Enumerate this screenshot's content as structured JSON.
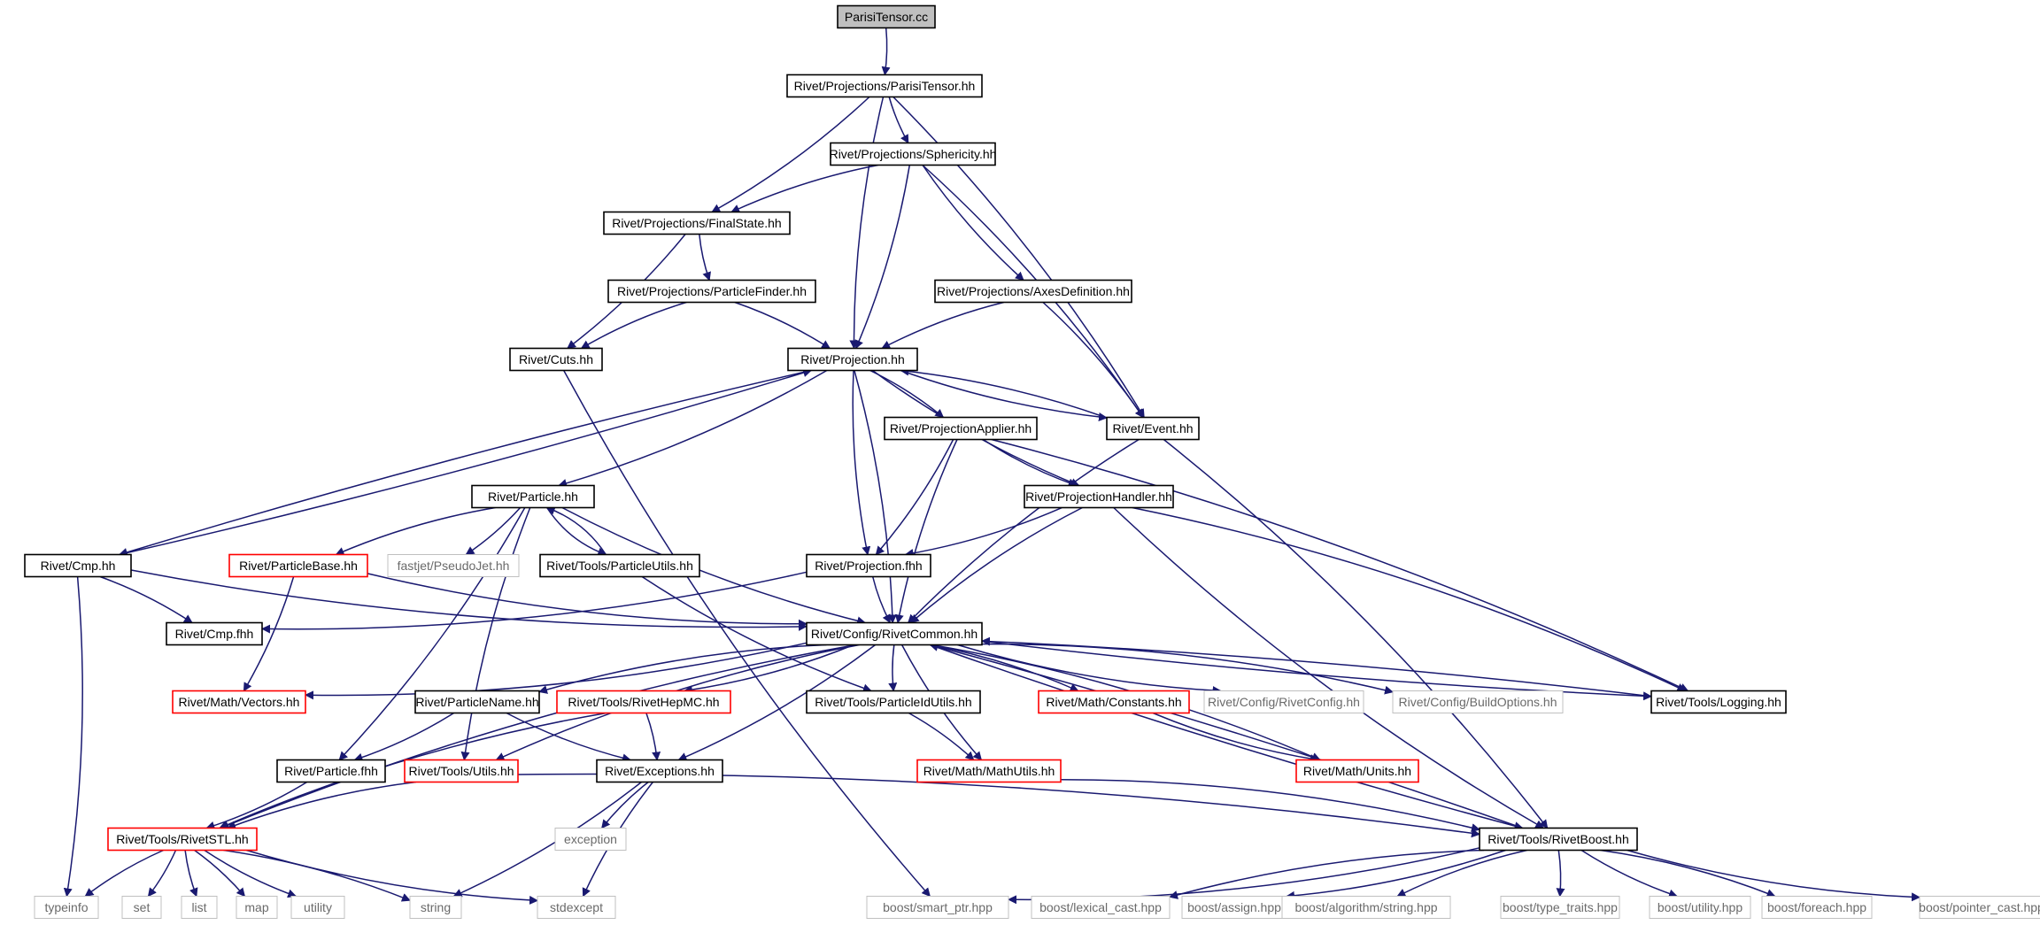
{
  "colors": {
    "edge": "#191970",
    "box_default": "#000000",
    "box_missing": "#c0c0c0",
    "box_truncated": "#ff0000",
    "root_fill": "#bfbfbf"
  },
  "nodes": [
    {
      "id": "n0",
      "label": "ParisiTensor.cc",
      "style": "root"
    },
    {
      "id": "n1",
      "label": "Rivet/Projections/ParisiTensor.hh",
      "style": "default"
    },
    {
      "id": "n2",
      "label": "Rivet/Projections/Sphericity.hh",
      "style": "default"
    },
    {
      "id": "n3",
      "label": "Rivet/Projections/FinalState.hh",
      "style": "default"
    },
    {
      "id": "n4",
      "label": "Rivet/Projections/ParticleFinder.hh",
      "style": "default"
    },
    {
      "id": "n5",
      "label": "Rivet/Projections/AxesDefinition.hh",
      "style": "default"
    },
    {
      "id": "n6",
      "label": "Rivet/Cuts.hh",
      "style": "default"
    },
    {
      "id": "n7",
      "label": "Rivet/Projection.hh",
      "style": "default"
    },
    {
      "id": "n8",
      "label": "Rivet/Event.hh",
      "style": "default"
    },
    {
      "id": "n9",
      "label": "Rivet/ProjectionApplier.hh",
      "style": "default"
    },
    {
      "id": "n10",
      "label": "Rivet/Particle.hh",
      "style": "default"
    },
    {
      "id": "n11",
      "label": "Rivet/ProjectionHandler.hh",
      "style": "default"
    },
    {
      "id": "n12",
      "label": "Rivet/Cmp.hh",
      "style": "default"
    },
    {
      "id": "n13",
      "label": "Rivet/ParticleBase.hh",
      "style": "truncated"
    },
    {
      "id": "n14",
      "label": "fastjet/PseudoJet.hh",
      "style": "missing"
    },
    {
      "id": "n15",
      "label": "Rivet/Tools/ParticleUtils.hh",
      "style": "default"
    },
    {
      "id": "n16",
      "label": "Rivet/Projection.fhh",
      "style": "default"
    },
    {
      "id": "n17",
      "label": "Rivet/Cmp.fhh",
      "style": "default"
    },
    {
      "id": "n18",
      "label": "Rivet/Config/RivetCommon.hh",
      "style": "default"
    },
    {
      "id": "n19",
      "label": "Rivet/Math/Vectors.hh",
      "style": "truncated"
    },
    {
      "id": "n20",
      "label": "Rivet/ParticleName.hh",
      "style": "default"
    },
    {
      "id": "n21",
      "label": "Rivet/Tools/RivetHepMC.hh",
      "style": "truncated"
    },
    {
      "id": "n22",
      "label": "Rivet/Tools/ParticleIdUtils.hh",
      "style": "default"
    },
    {
      "id": "n23",
      "label": "Rivet/Math/Constants.hh",
      "style": "truncated"
    },
    {
      "id": "n24",
      "label": "Rivet/Config/RivetConfig.hh",
      "style": "missing"
    },
    {
      "id": "n25",
      "label": "Rivet/Config/BuildOptions.hh",
      "style": "missing"
    },
    {
      "id": "n26",
      "label": "Rivet/Tools/Logging.hh",
      "style": "default"
    },
    {
      "id": "n27",
      "label": "Rivet/Particle.fhh",
      "style": "default"
    },
    {
      "id": "n28",
      "label": "Rivet/Tools/Utils.hh",
      "style": "truncated"
    },
    {
      "id": "n29",
      "label": "Rivet/Exceptions.hh",
      "style": "default"
    },
    {
      "id": "n30",
      "label": "Rivet/Math/MathUtils.hh",
      "style": "truncated"
    },
    {
      "id": "n31",
      "label": "Rivet/Math/Units.hh",
      "style": "truncated"
    },
    {
      "id": "n32",
      "label": "exception",
      "style": "missing"
    },
    {
      "id": "n33",
      "label": "Rivet/Tools/RivetSTL.hh",
      "style": "truncated"
    },
    {
      "id": "n34",
      "label": "Rivet/Tools/RivetBoost.hh",
      "style": "default"
    },
    {
      "id": "n35",
      "label": "typeinfo",
      "style": "missing"
    },
    {
      "id": "n36",
      "label": "set",
      "style": "missing"
    },
    {
      "id": "n37",
      "label": "list",
      "style": "missing"
    },
    {
      "id": "n38",
      "label": "map",
      "style": "missing"
    },
    {
      "id": "n39",
      "label": "utility",
      "style": "missing"
    },
    {
      "id": "n40",
      "label": "string",
      "style": "missing"
    },
    {
      "id": "n41",
      "label": "stdexcept",
      "style": "missing"
    },
    {
      "id": "n42",
      "label": "boost/smart_ptr.hpp",
      "style": "missing"
    },
    {
      "id": "n43",
      "label": "boost/lexical_cast.hpp",
      "style": "missing"
    },
    {
      "id": "n44",
      "label": "boost/assign.hpp",
      "style": "missing"
    },
    {
      "id": "n45",
      "label": "boost/algorithm/string.hpp",
      "style": "missing"
    },
    {
      "id": "n46",
      "label": "boost/type_traits.hpp",
      "style": "missing"
    },
    {
      "id": "n47",
      "label": "boost/utility.hpp",
      "style": "missing"
    },
    {
      "id": "n48",
      "label": "boost/foreach.hpp",
      "style": "missing"
    },
    {
      "id": "n49",
      "label": "boost/pointer_cast.hpp",
      "style": "missing"
    }
  ],
  "edges": [
    [
      "n0",
      "n1"
    ],
    [
      "n1",
      "n2"
    ],
    [
      "n1",
      "n3"
    ],
    [
      "n1",
      "n7"
    ],
    [
      "n1",
      "n8"
    ],
    [
      "n2",
      "n3"
    ],
    [
      "n2",
      "n7"
    ],
    [
      "n2",
      "n5"
    ],
    [
      "n2",
      "n8"
    ],
    [
      "n3",
      "n4"
    ],
    [
      "n3",
      "n6"
    ],
    [
      "n4",
      "n6"
    ],
    [
      "n4",
      "n7"
    ],
    [
      "n5",
      "n7"
    ],
    [
      "n5",
      "n8"
    ],
    [
      "n6",
      "n42"
    ],
    [
      "n7",
      "n8"
    ],
    [
      "n8",
      "n7"
    ],
    [
      "n7",
      "n9"
    ],
    [
      "n7",
      "n11"
    ],
    [
      "n7",
      "n10"
    ],
    [
      "n7",
      "n12"
    ],
    [
      "n12",
      "n7"
    ],
    [
      "n7",
      "n16"
    ],
    [
      "n7",
      "n18"
    ],
    [
      "n8",
      "n18"
    ],
    [
      "n8",
      "n34"
    ],
    [
      "n9",
      "n11"
    ],
    [
      "n9",
      "n16"
    ],
    [
      "n9",
      "n18"
    ],
    [
      "n9",
      "n26"
    ],
    [
      "n10",
      "n13"
    ],
    [
      "n10",
      "n14"
    ],
    [
      "n10",
      "n15"
    ],
    [
      "n15",
      "n10"
    ],
    [
      "n10",
      "n18"
    ],
    [
      "n10",
      "n27"
    ],
    [
      "n10",
      "n28"
    ],
    [
      "n11",
      "n16"
    ],
    [
      "n11",
      "n18"
    ],
    [
      "n11",
      "n26"
    ],
    [
      "n11",
      "n34"
    ],
    [
      "n12",
      "n17"
    ],
    [
      "n12",
      "n18"
    ],
    [
      "n12",
      "n35"
    ],
    [
      "n13",
      "n18"
    ],
    [
      "n13",
      "n19"
    ],
    [
      "n15",
      "n22"
    ],
    [
      "n16",
      "n17"
    ],
    [
      "n16",
      "n18"
    ],
    [
      "n18",
      "n19"
    ],
    [
      "n18",
      "n20"
    ],
    [
      "n18",
      "n21"
    ],
    [
      "n18",
      "n22"
    ],
    [
      "n18",
      "n23"
    ],
    [
      "n18",
      "n24"
    ],
    [
      "n18",
      "n25"
    ],
    [
      "n18",
      "n26"
    ],
    [
      "n26",
      "n18"
    ],
    [
      "n18",
      "n28"
    ],
    [
      "n18",
      "n29"
    ],
    [
      "n18",
      "n30"
    ],
    [
      "n18",
      "n31"
    ],
    [
      "n18",
      "n33"
    ],
    [
      "n18",
      "n34"
    ],
    [
      "n34",
      "n18"
    ],
    [
      "n20",
      "n27"
    ],
    [
      "n20",
      "n29"
    ],
    [
      "n21",
      "n29"
    ],
    [
      "n21",
      "n33"
    ],
    [
      "n22",
      "n30"
    ],
    [
      "n23",
      "n31"
    ],
    [
      "n27",
      "n33"
    ],
    [
      "n28",
      "n33"
    ],
    [
      "n28",
      "n34"
    ],
    [
      "n29",
      "n32"
    ],
    [
      "n29",
      "n40"
    ],
    [
      "n29",
      "n41"
    ],
    [
      "n30",
      "n34"
    ],
    [
      "n33",
      "n35"
    ],
    [
      "n33",
      "n36"
    ],
    [
      "n33",
      "n37"
    ],
    [
      "n33",
      "n38"
    ],
    [
      "n33",
      "n39"
    ],
    [
      "n33",
      "n40"
    ],
    [
      "n33",
      "n41"
    ],
    [
      "n34",
      "n42"
    ],
    [
      "n34",
      "n43"
    ],
    [
      "n34",
      "n44"
    ],
    [
      "n34",
      "n45"
    ],
    [
      "n34",
      "n46"
    ],
    [
      "n34",
      "n47"
    ],
    [
      "n34",
      "n48"
    ],
    [
      "n34",
      "n49"
    ]
  ]
}
